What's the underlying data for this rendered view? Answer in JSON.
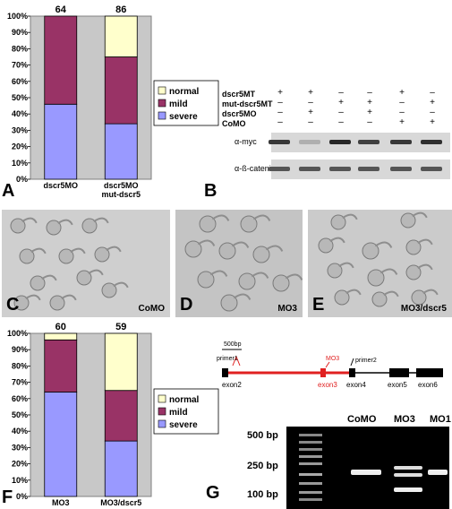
{
  "panels": {
    "A": "A",
    "B": "B",
    "C": "C",
    "D": "D",
    "E": "E",
    "F": "F",
    "G": "G"
  },
  "chart_data": [
    {
      "type": "bar",
      "stacked": true,
      "categories": [
        "dscr5MO",
        "dscr5MO\nmut-dscr5"
      ],
      "category_labels": [
        [
          "dscr5MO"
        ],
        [
          "dscr5MO",
          "mut-dscr5"
        ]
      ],
      "counts": [
        "64",
        "86"
      ],
      "ylim": [
        0,
        100
      ],
      "yticks": [
        "0%",
        "10%",
        "20%",
        "30%",
        "40%",
        "50%",
        "60%",
        "70%",
        "80%",
        "90%",
        "100%"
      ],
      "series": [
        {
          "name": "severe",
          "color": "#9999ff",
          "values": [
            46,
            34
          ]
        },
        {
          "name": "mild",
          "color": "#993366",
          "values": [
            54,
            41
          ]
        },
        {
          "name": "normal",
          "color": "#ffffcc",
          "values": [
            0,
            25
          ]
        }
      ],
      "legend": "right"
    },
    {
      "type": "bar",
      "stacked": true,
      "categories": [
        "MO3",
        "MO3/dscr5"
      ],
      "category_labels": [
        [
          "MO3"
        ],
        [
          "MO3/dscr5"
        ]
      ],
      "counts": [
        "60",
        "59"
      ],
      "ylim": [
        0,
        100
      ],
      "yticks": [
        "0%",
        "10%",
        "20%",
        "30%",
        "40%",
        "50%",
        "60%",
        "70%",
        "80%",
        "90%",
        "100%"
      ],
      "series": [
        {
          "name": "severe",
          "color": "#9999ff",
          "values": [
            64,
            34
          ]
        },
        {
          "name": "mild",
          "color": "#993366",
          "values": [
            32,
            31
          ]
        },
        {
          "name": "normal",
          "color": "#ffffcc",
          "values": [
            4,
            35
          ]
        }
      ],
      "legend": "right"
    }
  ],
  "western": {
    "rows": [
      {
        "label": "dscr5MT",
        "marks": [
          "+",
          "+",
          "–",
          "–",
          "+",
          "–"
        ]
      },
      {
        "label": "mut-dscr5MT",
        "marks": [
          "–",
          "–",
          "+",
          "+",
          "–",
          "+"
        ]
      },
      {
        "label": "dscr5MO",
        "marks": [
          "–",
          "+",
          "–",
          "+",
          "–",
          "–"
        ]
      },
      {
        "label": "CoMO",
        "marks": [
          "–",
          "–",
          "–",
          "–",
          "+",
          "+"
        ]
      }
    ],
    "blots": [
      "α-myc",
      "α-ß-catenin"
    ],
    "myc_intensity": [
      0.85,
      0.15,
      0.95,
      0.8,
      0.85,
      0.9
    ]
  },
  "photos": [
    {
      "letter": "C",
      "caption": "CoMO"
    },
    {
      "letter": "D",
      "caption": "MO3"
    },
    {
      "letter": "E",
      "caption": "MO3/dscr5"
    }
  ],
  "gene": {
    "scale": "500bp",
    "primer1": "primer1",
    "primer2": "primer2",
    "mo": "MO3",
    "exons": [
      "exon2",
      "exon3",
      "exon4",
      "exon5",
      "exon6"
    ]
  },
  "gel": {
    "ladder": [
      "500 bp",
      "250 bp",
      "100 bp"
    ],
    "lanes": [
      "CoMO",
      "MO3",
      "MO1"
    ]
  }
}
